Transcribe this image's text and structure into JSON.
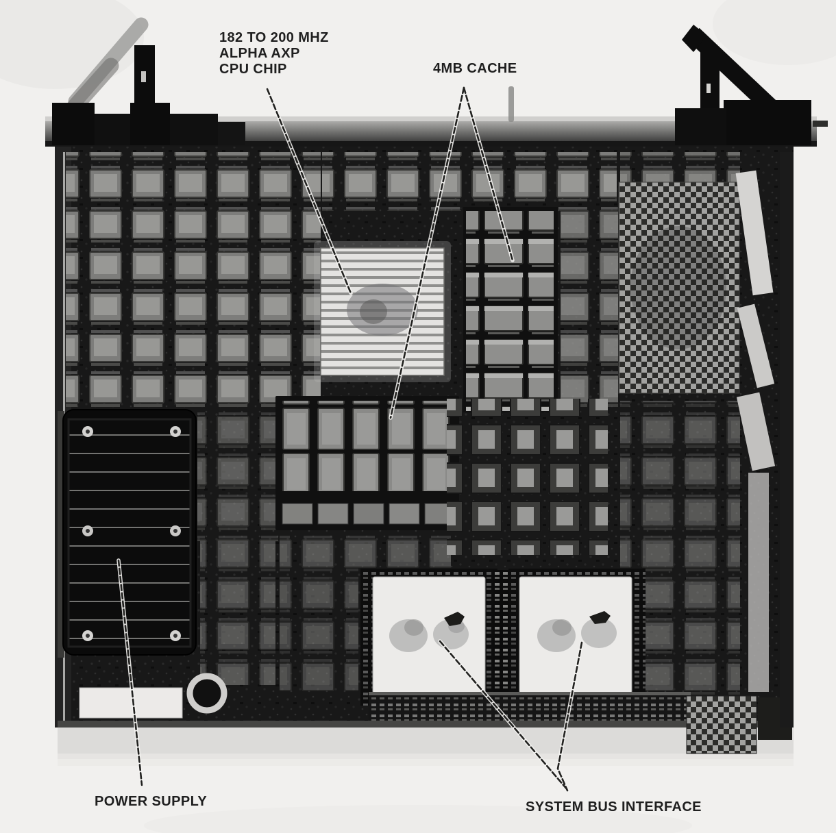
{
  "labels": {
    "cpu_line1": "182 TO 200 MHZ",
    "cpu_line2": "ALPHA AXP",
    "cpu_line3": "CPU CHIP",
    "cache": "4MB CACHE",
    "power_supply": "POWER SUPPLY",
    "system_bus": "SYSTEM BUS INTERFACE"
  },
  "figure": {
    "description": "Black-and-white photograph of an Alpha AXP processor module circuit board with callout labels and leader lines",
    "colors": {
      "page_background": "#f1f0ee",
      "board": "#181818",
      "ink": "#1f1f1f",
      "heatsink_light": "#e4e3e1",
      "asic_white": "#ecebe9"
    }
  },
  "callouts": [
    {
      "label": "182 TO 200 MHZ ALPHA AXP CPU CHIP",
      "points_to": "finned heatsink, upper center of board"
    },
    {
      "label": "4MB CACHE",
      "points_to": "SRAM chip arrays, center and upper right"
    },
    {
      "label": "POWER SUPPLY",
      "points_to": "finned power module, left side"
    },
    {
      "label": "SYSTEM BUS INTERFACE",
      "points_to": "two white ASIC packages, bottom center"
    }
  ]
}
